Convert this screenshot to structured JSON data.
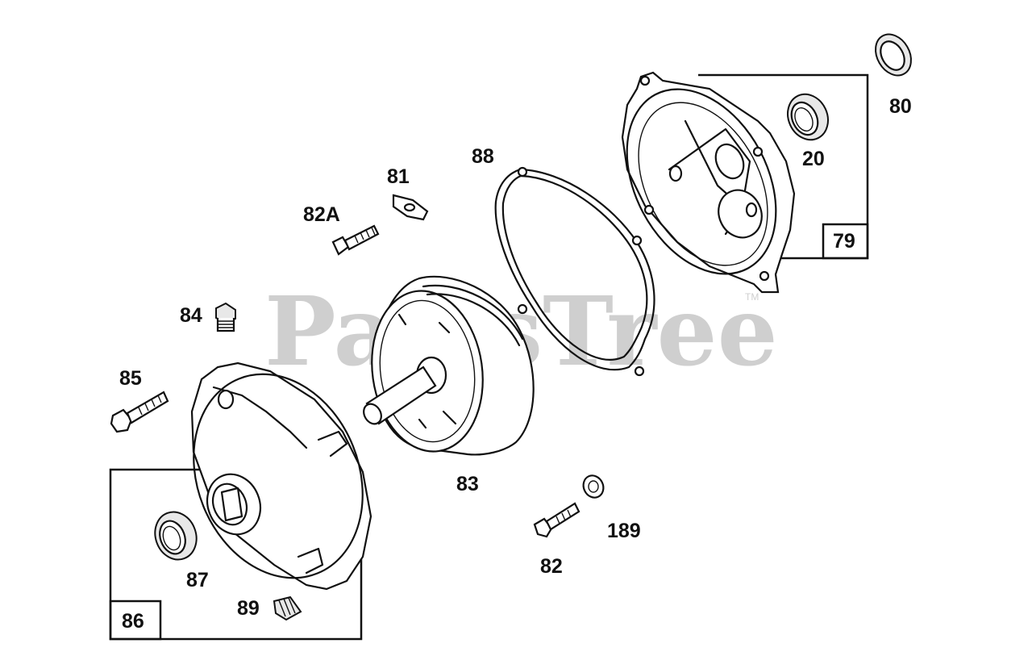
{
  "watermark": {
    "text": "PartsTree",
    "trademark": "TM"
  },
  "part_labels": [
    {
      "id": "80",
      "text": "80"
    },
    {
      "id": "20",
      "text": "20"
    },
    {
      "id": "88",
      "text": "88"
    },
    {
      "id": "81",
      "text": "81"
    },
    {
      "id": "82A",
      "text": "82A"
    },
    {
      "id": "84",
      "text": "84"
    },
    {
      "id": "85",
      "text": "85"
    },
    {
      "id": "83",
      "text": "83"
    },
    {
      "id": "189",
      "text": "189"
    },
    {
      "id": "82",
      "text": "82"
    },
    {
      "id": "87",
      "text": "87"
    },
    {
      "id": "89",
      "text": "89"
    }
  ],
  "kit_boxes": [
    {
      "id": "79",
      "text": "79"
    },
    {
      "id": "86",
      "text": "86"
    }
  ]
}
